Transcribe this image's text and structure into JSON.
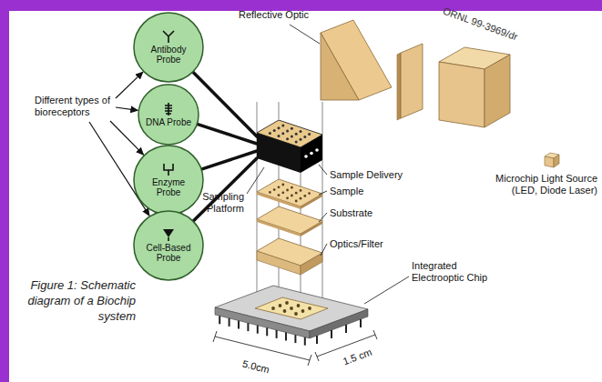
{
  "diagram": {
    "caption": "Figure 1: Schematic diagram of a Biochip system",
    "nodes": [
      {
        "text": [
          "Antibody Probe"
        ]
      },
      {
        "text": [
          "DNA Probe"
        ]
      },
      {
        "text": [
          "Enzyme Probe"
        ]
      },
      {
        "text": [
          "Cell-Based Probe"
        ]
      },
      {
        "text": [
          "Sampling Platform"
        ]
      }
    ],
    "edges": [
      {
        "from": 0,
        "to": 4,
        "arrow": "none"
      },
      {
        "from": 1,
        "to": 4,
        "arrow": "none"
      },
      {
        "from": 2,
        "to": 4,
        "arrow": "none"
      },
      {
        "from": 3,
        "to": 4,
        "arrow": "none"
      }
    ],
    "labels": [
      "Different types of bioreceptors",
      "Reflective Optic",
      "ORNL 99-3969/dr",
      "Sample Delivery",
      "Sample",
      "Substrate",
      "Optics/Filter",
      "Microchip Light Source (LED, Diode Laser)",
      "Integrated Electrooptic Chip",
      "5.0cm",
      "1.5 cm"
    ]
  }
}
